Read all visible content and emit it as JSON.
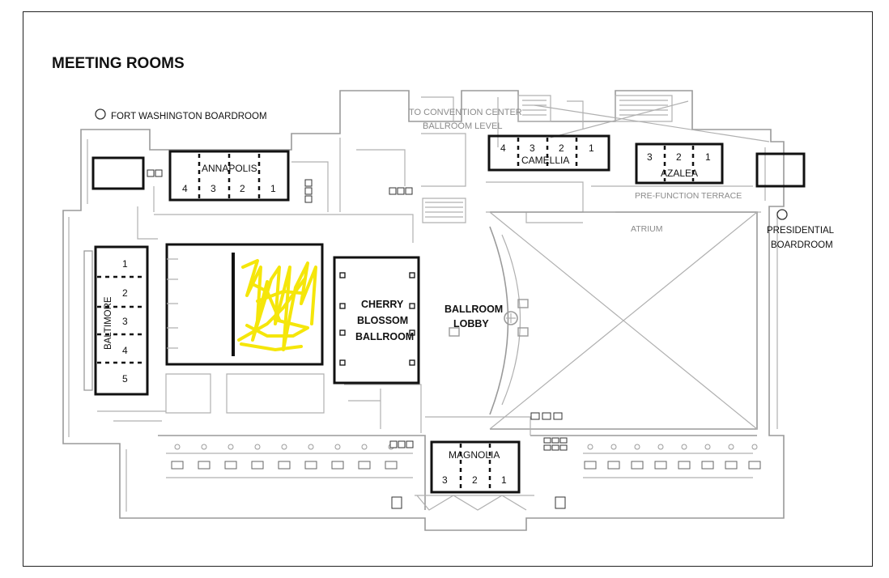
{
  "title": "MEETING ROOMS",
  "markers": {
    "fort_washington": "FORT WASHINGTON BOARDROOM",
    "presidential_line1": "PRESIDENTIAL",
    "presidential_line2": "BOARDROOM"
  },
  "notes": {
    "convention_line1": "TO CONVENTION CENTER",
    "convention_line2": "BALLROOM LEVEL",
    "prefunction": "PRE-FUNCTION TERRACE",
    "atrium": "ATRIUM"
  },
  "rooms": {
    "annapolis": {
      "name": "ANNAPOLIS",
      "sections": [
        "4",
        "3",
        "2",
        "1"
      ]
    },
    "camellia": {
      "name": "CAMELLIA",
      "sections": [
        "4",
        "3",
        "2",
        "1"
      ]
    },
    "azalea": {
      "name": "AZALEA",
      "sections": [
        "3",
        "2",
        "1"
      ]
    },
    "baltimore": {
      "name": "BALTIMORE",
      "sections": [
        "1",
        "2",
        "3",
        "4",
        "5"
      ]
    },
    "cherry_blossom": {
      "line1": "CHERRY",
      "line2": "BLOSSOM",
      "line3": "BALLROOM"
    },
    "ballroom_lobby": {
      "line1": "BALLROOM",
      "line2": "LOBBY"
    },
    "magnolia": {
      "name": "MAGNOLIA",
      "sections": [
        "3",
        "2",
        "1"
      ]
    }
  },
  "colors": {
    "walls": "#9a9a9a",
    "rooms": "#111111",
    "highlight": "#f5e60a"
  },
  "annotation": "yellow hand-drawn scribble"
}
